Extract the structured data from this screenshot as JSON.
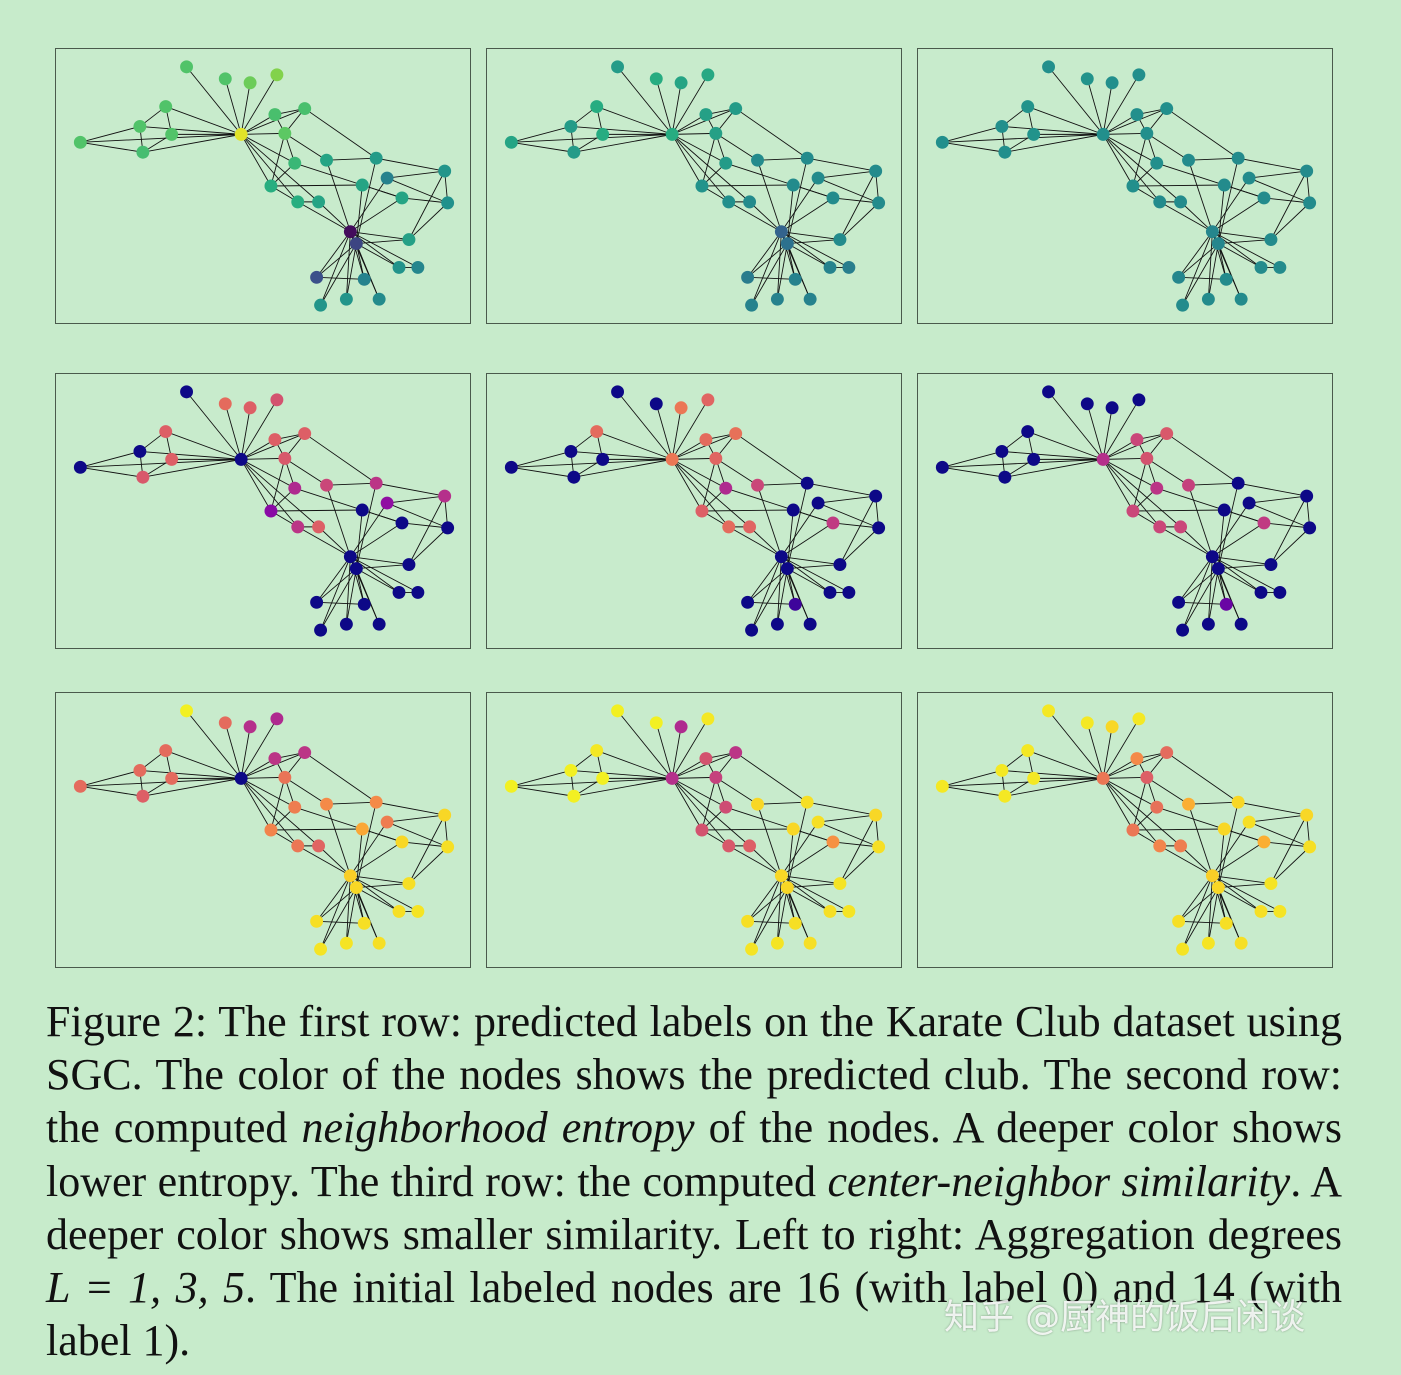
{
  "figure": {
    "caption": {
      "label": "Figure 2:",
      "s1": "The first row: predicted labels on the Karate Club dataset using SGC. The color of the nodes shows the predicted club. The second row: the computed",
      "em1": "neighborhood entropy",
      "s2": "of the nodes. A deeper color shows lower entropy. The third row: the computed",
      "em2": "center-neighbor similarity",
      "s3": ". A deeper color shows smaller similarity. Left to right: Aggregation degrees",
      "math": "L = 1, 3, 5",
      "s4": ". The initial labeled nodes are 16 (with label 0) and 14 (with label 1)."
    },
    "watermark": "知乎 @厨神的饭后闲谈",
    "palette": {
      "viridis": [
        "#440154",
        "#3b528b",
        "#2c728e",
        "#21918c",
        "#28ae80",
        "#5ec962",
        "#addc30",
        "#fde725"
      ],
      "plasma": [
        "#0d0887",
        "#5302a3",
        "#8b0aa5",
        "#b83289",
        "#db5c68",
        "#f48849",
        "#febc2a",
        "#f0f921"
      ]
    },
    "rows": [
      {
        "name": "predicted-labels",
        "cmap": "viridis",
        "panels": [
          {
            "L": 1,
            "node_values": [
              0.68,
              0.68,
              0.65,
              0.68,
              0.68,
              0.68,
              0.68,
              0.74,
              0.78,
              0.95,
              0.66,
              0.66,
              0.71,
              0.62,
              0.57,
              0.57,
              0.52,
              0.52,
              0.48,
              0.36,
              0.52,
              0.52,
              0.45,
              0.43,
              0.5,
              0.02,
              0.12,
              0.36,
              0.14,
              0.45,
              0.4,
              0.44,
              0.38,
              0.45
            ]
          },
          {
            "L": 3,
            "node_values": [
              0.52,
              0.48,
              0.48,
              0.48,
              0.56,
              0.56,
              0.56,
              0.52,
              0.54,
              0.56,
              0.5,
              0.48,
              0.5,
              0.48,
              0.44,
              0.42,
              0.4,
              0.4,
              0.4,
              0.4,
              0.4,
              0.4,
              0.4,
              0.4,
              0.4,
              0.22,
              0.28,
              0.36,
              0.33,
              0.36,
              0.36,
              0.36,
              0.34,
              0.36
            ]
          },
          {
            "L": 5,
            "node_values": [
              0.42,
              0.42,
              0.42,
              0.42,
              0.44,
              0.44,
              0.44,
              0.42,
              0.42,
              0.42,
              0.42,
              0.42,
              0.42,
              0.42,
              0.42,
              0.4,
              0.4,
              0.4,
              0.4,
              0.4,
              0.4,
              0.4,
              0.4,
              0.4,
              0.4,
              0.38,
              0.38,
              0.4,
              0.38,
              0.4,
              0.4,
              0.4,
              0.4,
              0.4
            ]
          }
        ]
      },
      {
        "name": "neighborhood-entropy",
        "cmap": "plasma",
        "panels": [
          {
            "L": 1,
            "node_values": [
              0.0,
              0.0,
              0.56,
              0.0,
              0.58,
              0.58,
              0.62,
              0.58,
              0.54,
              0.0,
              0.58,
              0.58,
              0.56,
              0.4,
              0.28,
              0.44,
              0.58,
              0.5,
              0.44,
              0.3,
              0.0,
              0.0,
              0.42,
              0.0,
              0.0,
              0.0,
              0.0,
              0.0,
              0.0,
              0.0,
              0.0,
              0.0,
              0.0,
              0.0
            ]
          },
          {
            "L": 3,
            "node_values": [
              0.0,
              0.0,
              0.0,
              0.0,
              0.62,
              0.0,
              0.0,
              0.66,
              0.6,
              0.66,
              0.62,
              0.64,
              0.6,
              0.4,
              0.58,
              0.62,
              0.6,
              0.5,
              0.0,
              0.0,
              0.0,
              0.46,
              0.0,
              0.0,
              0.0,
              0.0,
              0.0,
              0.1,
              0.0,
              0.0,
              0.0,
              0.0,
              0.0,
              0.0
            ]
          },
          {
            "L": 5,
            "node_values": [
              0.0,
              0.0,
              0.0,
              0.0,
              0.0,
              0.0,
              0.0,
              0.0,
              0.0,
              0.42,
              0.5,
              0.56,
              0.54,
              0.44,
              0.5,
              0.5,
              0.5,
              0.48,
              0.0,
              0.0,
              0.0,
              0.46,
              0.0,
              0.0,
              0.0,
              0.0,
              0.0,
              0.2,
              0.0,
              0.0,
              0.0,
              0.0,
              0.0,
              0.0
            ]
          }
        ]
      },
      {
        "name": "center-neighbor-similarity",
        "cmap": "plasma",
        "panels": [
          {
            "L": 1,
            "node_values": [
              0.62,
              0.62,
              0.58,
              0.98,
              0.62,
              0.62,
              0.62,
              0.42,
              0.4,
              0.0,
              0.44,
              0.44,
              0.65,
              0.68,
              0.7,
              0.66,
              0.6,
              0.72,
              0.72,
              0.68,
              0.8,
              0.92,
              0.92,
              0.94,
              0.94,
              0.9,
              0.92,
              0.94,
              0.94,
              0.95,
              0.94,
              0.94,
              0.95,
              0.95
            ]
          },
          {
            "L": 3,
            "node_values": [
              0.98,
              0.98,
              0.98,
              0.98,
              0.96,
              0.98,
              0.98,
              0.4,
              0.96,
              0.42,
              0.54,
              0.44,
              0.48,
              0.52,
              0.54,
              0.56,
              0.58,
              0.92,
              0.94,
              0.94,
              0.92,
              0.74,
              0.92,
              0.94,
              0.95,
              0.92,
              0.92,
              0.94,
              0.94,
              0.95,
              0.94,
              0.94,
              0.95,
              0.95
            ]
          },
          {
            "L": 5,
            "node_values": [
              0.96,
              0.96,
              0.96,
              0.96,
              0.96,
              0.96,
              0.96,
              0.92,
              0.96,
              0.66,
              0.72,
              0.62,
              0.58,
              0.64,
              0.66,
              0.7,
              0.68,
              0.82,
              0.92,
              0.94,
              0.92,
              0.82,
              0.92,
              0.94,
              0.95,
              0.9,
              0.92,
              0.94,
              0.94,
              0.95,
              0.94,
              0.94,
              0.95,
              0.95
            ]
          }
        ]
      }
    ]
  }
}
